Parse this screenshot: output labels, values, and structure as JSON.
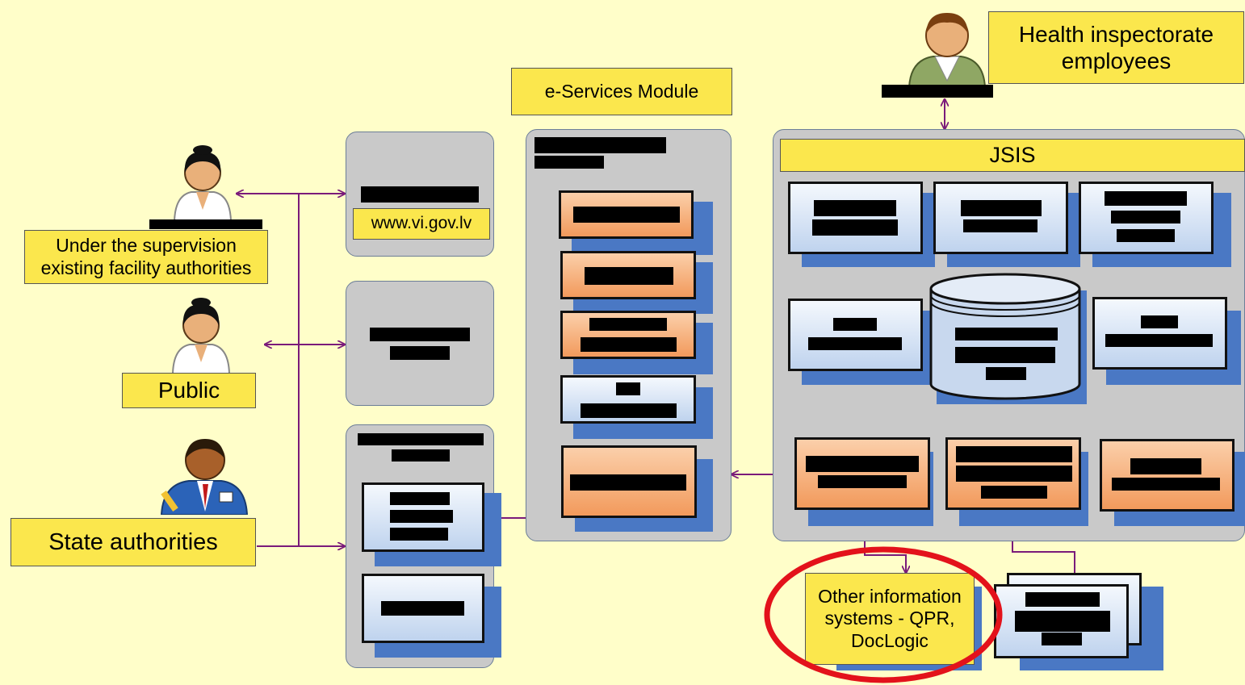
{
  "labels": {
    "health_inspectorate": "Health inspectorate employees",
    "emodule": "e-Services Module",
    "jsis": "JSIS",
    "website": "www.vi.gov.lv",
    "supervision": "Under the supervision existing facility authorities",
    "public": "Public",
    "state": "State authorities",
    "other": "Other information systems  - QPR, DocLogic"
  },
  "colors": {
    "background": "#fffec9",
    "label_fill": "#fbe74d",
    "group_fill": "#c9c9c9",
    "shadow_blue": "#4a78c4",
    "orange_box": "#f29a5c",
    "blue_box": "#bfd3ee",
    "connector": "#7a1a7a",
    "highlight_ellipse": "#e3121b"
  },
  "icons": [
    "female-user-icon",
    "female-user-icon",
    "businessman-icon",
    "male-employee-icon"
  ]
}
